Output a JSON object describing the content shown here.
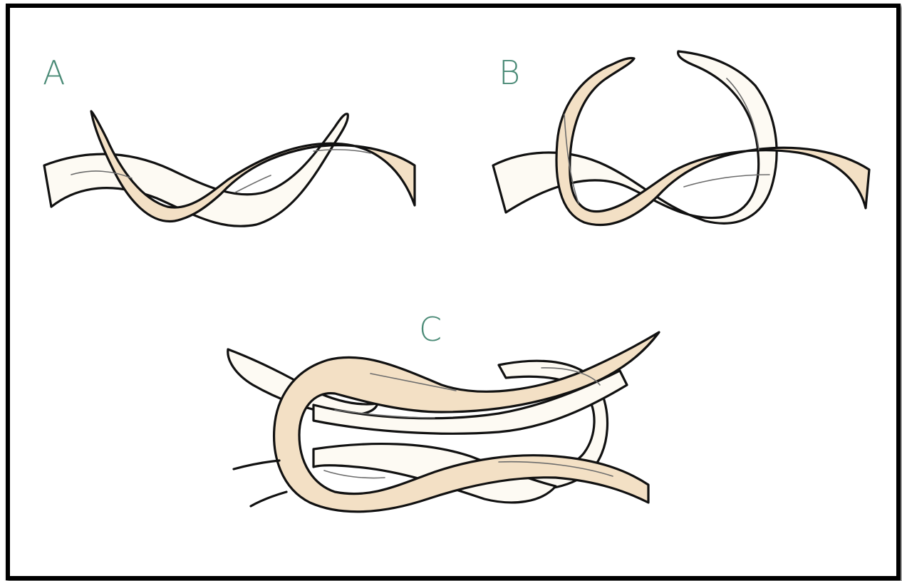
{
  "colors": {
    "label": "#4a8a76",
    "rope_light": "#fdfaf3",
    "rope_tan": "#f3e0c5",
    "outline": "#111111",
    "frame": "#000000"
  },
  "panels": [
    {
      "label": "A"
    },
    {
      "label": "B"
    },
    {
      "label": "C"
    }
  ]
}
